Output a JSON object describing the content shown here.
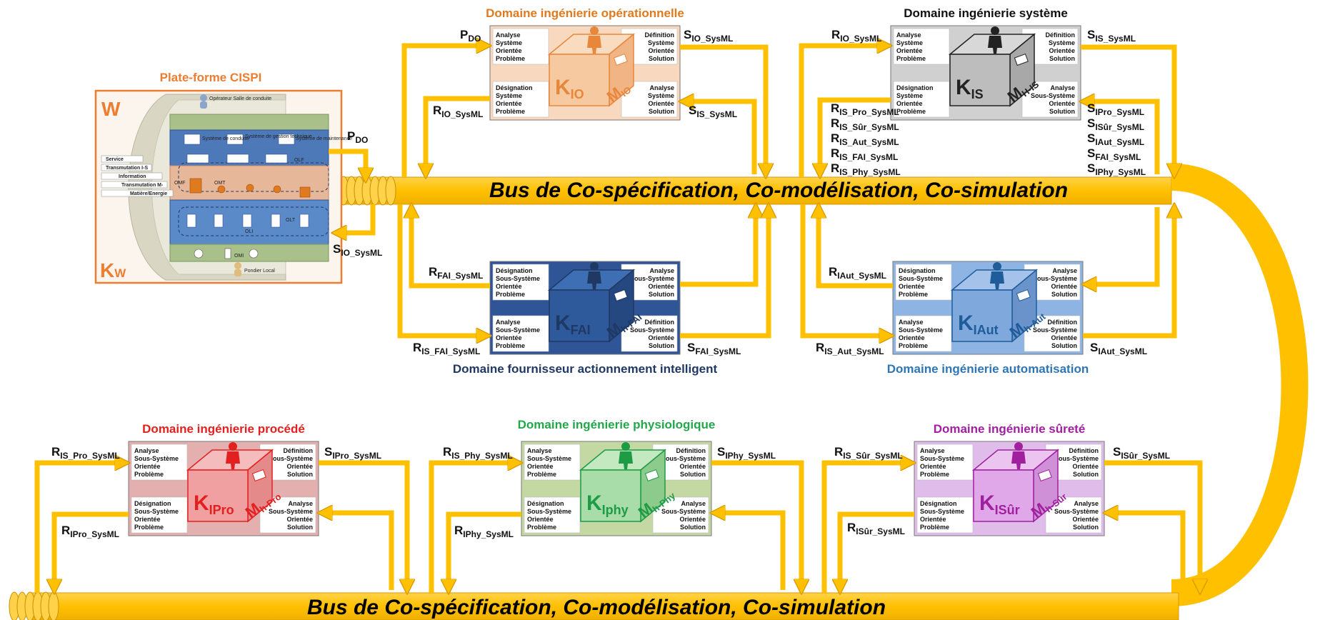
{
  "buses": {
    "upper": "Bus de Co-spécification, Co-modélisation, Co-simulation",
    "lower": "Bus de Co-spécification, Co-modélisation, Co-simulation"
  },
  "platform": {
    "title": "Plate-forme CISPI",
    "w": "W",
    "kw_main": "K",
    "kw_sub": "W",
    "operator": "Opérateur Salle de conduite",
    "operator_local": "Pondier Local",
    "sys_conduite": "Système de conduite",
    "sys_gestion": "Système de gestion technique",
    "sys_maintenance": "Système de maintenance",
    "layer_service": "Service",
    "layer_trans_is": "Transmutation I-S",
    "layer_information": "Information",
    "layer_trans_m": "Transmutation M-",
    "layer_matiere": "Matière/Energie",
    "olf": "OLF",
    "omf": "OMF",
    "omt": "OMT",
    "oli": "OLI",
    "olt": "OLT",
    "omi": "OMI",
    "p_main": "P",
    "p_sub": "DO",
    "s_main": "S",
    "s_sub": "IO_SysML"
  },
  "quadrants": {
    "q_an_sys_prob": [
      "Analyse",
      "Système",
      "Orientée",
      "Problème"
    ],
    "q_def_sys_sol": [
      "Définition",
      "Système",
      "Orientée",
      "Solution"
    ],
    "q_des_sys_prob": [
      "Désignation",
      "Système",
      "Orientée",
      "Problème"
    ],
    "q_an_sys_sol": [
      "Analyse",
      "Système",
      "Orientée",
      "Solution"
    ],
    "q_an_ss_sol": [
      "Analyse",
      "Sous-Système",
      "Orientée",
      "Solution"
    ],
    "q_des_ss_prob": [
      "Désignation",
      "Sous-Système",
      "Orientée",
      "Problème"
    ],
    "q_an_ss_prob": [
      "Analyse",
      "Sous-Système",
      "Orientée",
      "Problème"
    ],
    "q_def_ss_sol": [
      "Définition",
      "Sous-Système",
      "Orientée",
      "Solution"
    ]
  },
  "domains": [
    {
      "id": "io",
      "title": "Domaine ingénierie opérationnelle",
      "title_color": "#E07A1F",
      "k_main": "K",
      "k_sub": "IO",
      "m_main": "M",
      "m_sub": "IO",
      "color": "#E8873A",
      "bg": "#F8D9C0",
      "cube_front": "#F7C9A1",
      "cube_top": "#F9DBC0",
      "cube_side": "#F0B485",
      "signals": [
        {
          "main": "P",
          "sub": "DO"
        },
        {
          "main": "S",
          "sub": "IO_SysML"
        },
        {
          "main": "R",
          "sub": "IO_SysML"
        },
        {
          "main": "S",
          "sub": "IS_SysML"
        }
      ]
    },
    {
      "id": "is",
      "title": "Domaine ingénierie système",
      "title_color": "#111111",
      "k_main": "K",
      "k_sub": "IS",
      "m_main": "M",
      "m_sub": "H-IS",
      "color": "#222222",
      "bg": "#D0D0D0",
      "cube_front": "#BDBDBD",
      "cube_top": "#D8D8D8",
      "cube_side": "#A8A8A8",
      "signals": [
        {
          "main": "R",
          "sub": "IO_SysML"
        },
        {
          "main": "S",
          "sub": "IS_SysML"
        },
        {
          "main": "R",
          "sub": "IS_Pro_SysML"
        },
        {
          "main": "R",
          "sub": "IS_Sûr_SysML"
        },
        {
          "main": "R",
          "sub": "IS_Aut_SysML"
        },
        {
          "main": "R",
          "sub": "IS_FAI_SysML"
        },
        {
          "main": "R",
          "sub": "IS_Phy_SysML"
        },
        {
          "main": "S",
          "sub": "IPro_SysML"
        },
        {
          "main": "S",
          "sub": "ISûr_SysML"
        },
        {
          "main": "S",
          "sub": "IAut_SysML"
        },
        {
          "main": "S",
          "sub": "FAI_SysML"
        },
        {
          "main": "S",
          "sub": "IPhy_SysML"
        }
      ]
    },
    {
      "id": "fai",
      "title": "Domaine fournisseur actionnement intelligent",
      "title_color": "#1F3864",
      "k_main": "K",
      "k_sub": "FAI",
      "m_main": "M",
      "m_sub": "h-FAI",
      "color": "#1F3864",
      "bg": "#2F5597",
      "cube_front": "#2E5A9C",
      "cube_top": "#3E6EB4",
      "cube_side": "#24487F",
      "signals": [
        {
          "main": "R",
          "sub": "FAI_SysML"
        },
        {
          "main": "R",
          "sub": "IS_FAI_SysML"
        },
        {
          "main": "S",
          "sub": "FAI_SysML"
        }
      ]
    },
    {
      "id": "aut",
      "title": "Domaine ingénierie automatisation",
      "title_color": "#2E75B6",
      "k_main": "K",
      "k_sub": "IAut",
      "m_main": "M",
      "m_sub": "h-Aut",
      "color": "#1F5C9A",
      "bg": "#8EB4E3",
      "cube_front": "#7FA8DC",
      "cube_top": "#A4C2EA",
      "cube_side": "#6A93CB",
      "signals": [
        {
          "main": "R",
          "sub": "IAut_SysML"
        },
        {
          "main": "R",
          "sub": "IS_Aut_SysML"
        },
        {
          "main": "S",
          "sub": "IAut_SysML"
        }
      ]
    },
    {
      "id": "pro",
      "title": "Domaine ingénierie procédé",
      "title_color": "#E32020",
      "k_main": "K",
      "k_sub": "IPro",
      "m_main": "M",
      "m_sub": "h-Pro",
      "color": "#E32020",
      "bg": "#E3AFAF",
      "cube_front": "#F0A0A0",
      "cube_top": "#F4BCBC",
      "cube_side": "#E58A8A",
      "signals": [
        {
          "main": "R",
          "sub": "IS_Pro_SysML"
        },
        {
          "main": "S",
          "sub": "IPro_SysML"
        },
        {
          "main": "R",
          "sub": "IPro_SysML"
        }
      ]
    },
    {
      "id": "phy",
      "title": "Domaine ingénierie physiologique",
      "title_color": "#22A84A",
      "k_main": "K",
      "k_sub": "Iphy",
      "m_main": "M",
      "m_sub": "h-Phy",
      "color": "#1E9B45",
      "bg": "#C4D8A4",
      "cube_front": "#A8DCA8",
      "cube_top": "#C4E8C0",
      "cube_side": "#8CCB8C",
      "signals": [
        {
          "main": "R",
          "sub": "IS_Phy_SysML"
        },
        {
          "main": "S",
          "sub": "IPhy_SysML"
        },
        {
          "main": "R",
          "sub": "IPhy_SysML"
        }
      ]
    },
    {
      "id": "sur",
      "title": "Domaine ingénierie sûreté",
      "title_color": "#A020A0",
      "k_main": "K",
      "k_sub": "ISûr",
      "m_main": "M",
      "m_sub": "h-Sûr",
      "color": "#A020A0",
      "bg": "#E0BCEB",
      "cube_front": "#E0A8E8",
      "cube_top": "#EBC4F0",
      "cube_side": "#CF90D8",
      "signals": [
        {
          "main": "R",
          "sub": "IS_Sûr_SysML"
        },
        {
          "main": "S",
          "sub": "ISûr_SysML"
        },
        {
          "main": "R",
          "sub": "ISûr_SysML"
        }
      ]
    }
  ],
  "colors": {
    "bus": "#FFC000",
    "bus_dark": "#E6A800",
    "arrow": "#FFC000",
    "platform_border": "#ED7D31"
  }
}
